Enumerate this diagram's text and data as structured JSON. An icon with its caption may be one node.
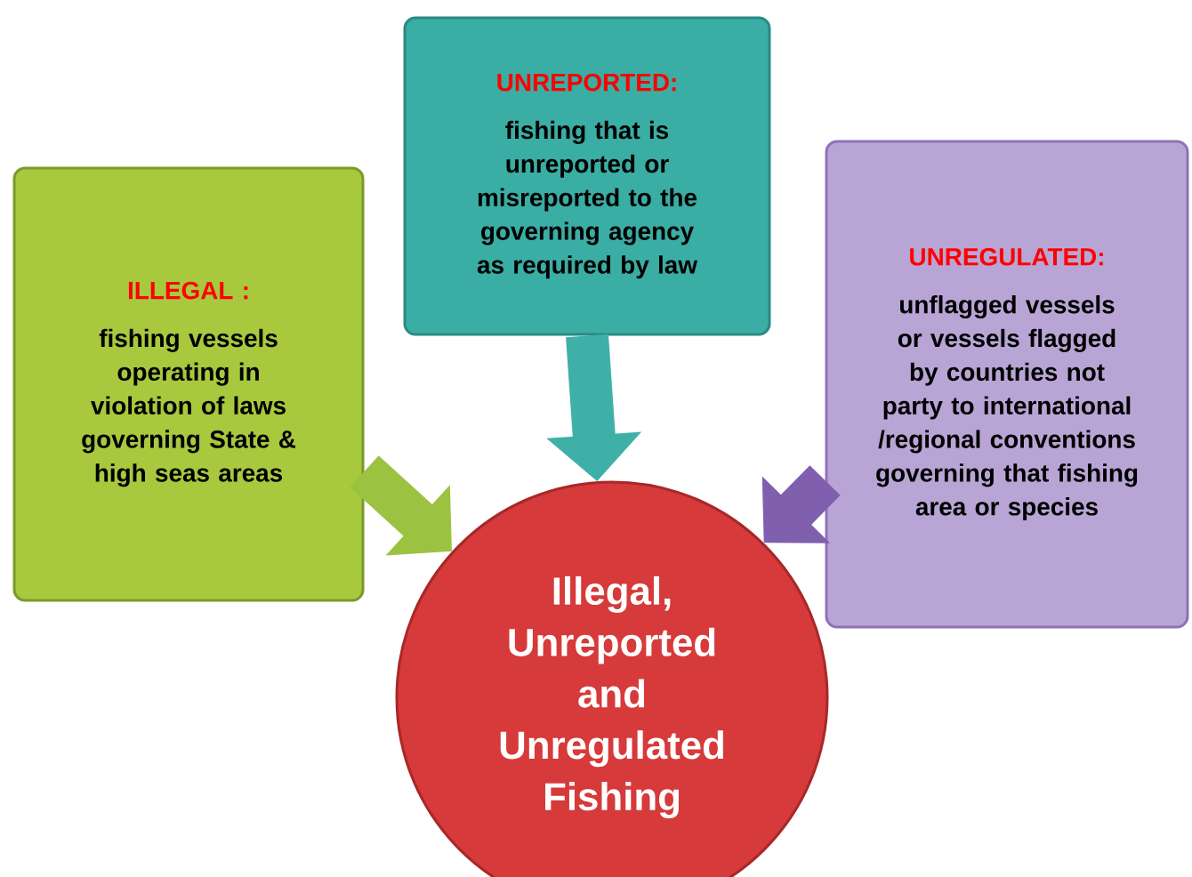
{
  "diagram": {
    "nodes": [
      {
        "text": [
          "ILLEGAL :",
          "fishing vessels operating in violation of laws governing State & high seas areas"
        ]
      },
      {
        "text": [
          "UNREPORTED:",
          "fishing that is unreported or misreported to the governing agency as required by law"
        ]
      },
      {
        "text": [
          "UNREGULATED:",
          "unflagged vessels or vessels flagged by countries not party to international /regional conventions governing that fishing area or species"
        ]
      },
      {
        "text": [
          "Illegal, Unreported and Unregulated Fishing"
        ]
      }
    ],
    "edges": [
      {
        "from": 0,
        "to": 3,
        "arrow": "to",
        "color": "#9cc242"
      },
      {
        "from": 1,
        "to": 3,
        "arrow": "to",
        "color": "#3fb0a8"
      },
      {
        "from": 2,
        "to": 3,
        "arrow": "to",
        "color": "#7f5fae"
      }
    ]
  }
}
